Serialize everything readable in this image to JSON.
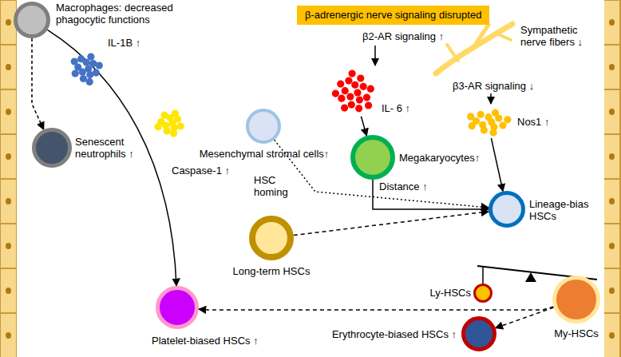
{
  "diagram": {
    "nodes": [
      {
        "text": [
          "Macrophages: decreased phagocytic functions"
        ]
      },
      {
        "text": [
          "IL-1B ↑"
        ]
      },
      {
        "text": [
          "β-adrenergic nerve signaling disrupted"
        ]
      },
      {
        "text": [
          "IL- 6 ↑"
        ]
      },
      {
        "text": [
          "Nos1 ↑"
        ]
      },
      {
        "text": [
          "Caspase-1 ↑"
        ]
      },
      {
        "text": [
          "Mesenchymal stromal cells↑"
        ]
      },
      {
        "text": [
          "Senescent neutrophils ↑"
        ]
      },
      {
        "text": [
          "Megakaryocytes↑"
        ]
      },
      {
        "text": [
          "Long-term HSCs"
        ]
      },
      {
        "text": [
          "Lineage-bias HSCs"
        ]
      },
      {
        "text": [
          "Ly-HSCs"
        ]
      },
      {
        "text": [
          "My-HSCs"
        ]
      },
      {
        "text": [
          "Platelet-biased HSCs ↑"
        ]
      },
      {
        "text": [
          "Erythrocyte-biased HSCs ↑"
        ]
      }
    ],
    "edges": [
      {
        "from": 0,
        "to": 7,
        "arrow": "to"
      },
      {
        "from": 0,
        "to": 13,
        "arrow": "to"
      },
      {
        "from": 3,
        "to": 8,
        "arrow": "to"
      },
      {
        "from": 8,
        "to": 10,
        "arrow": "to",
        "label": "Distance ↑"
      },
      {
        "from": 6,
        "to": 10,
        "arrow": "to",
        "label": "HSC homing"
      },
      {
        "from": 4,
        "to": 10,
        "arrow": "to"
      },
      {
        "from": 9,
        "to": 10,
        "arrow": "to"
      },
      {
        "from": 12,
        "to": 13,
        "arrow": "to"
      },
      {
        "from": 12,
        "to": 14,
        "arrow": "to"
      }
    ],
    "labels": [
      "β2-AR signaling ↑",
      "Sympathetic nerve fibers ↓",
      "β3-AR signaling ↓"
    ]
  }
}
